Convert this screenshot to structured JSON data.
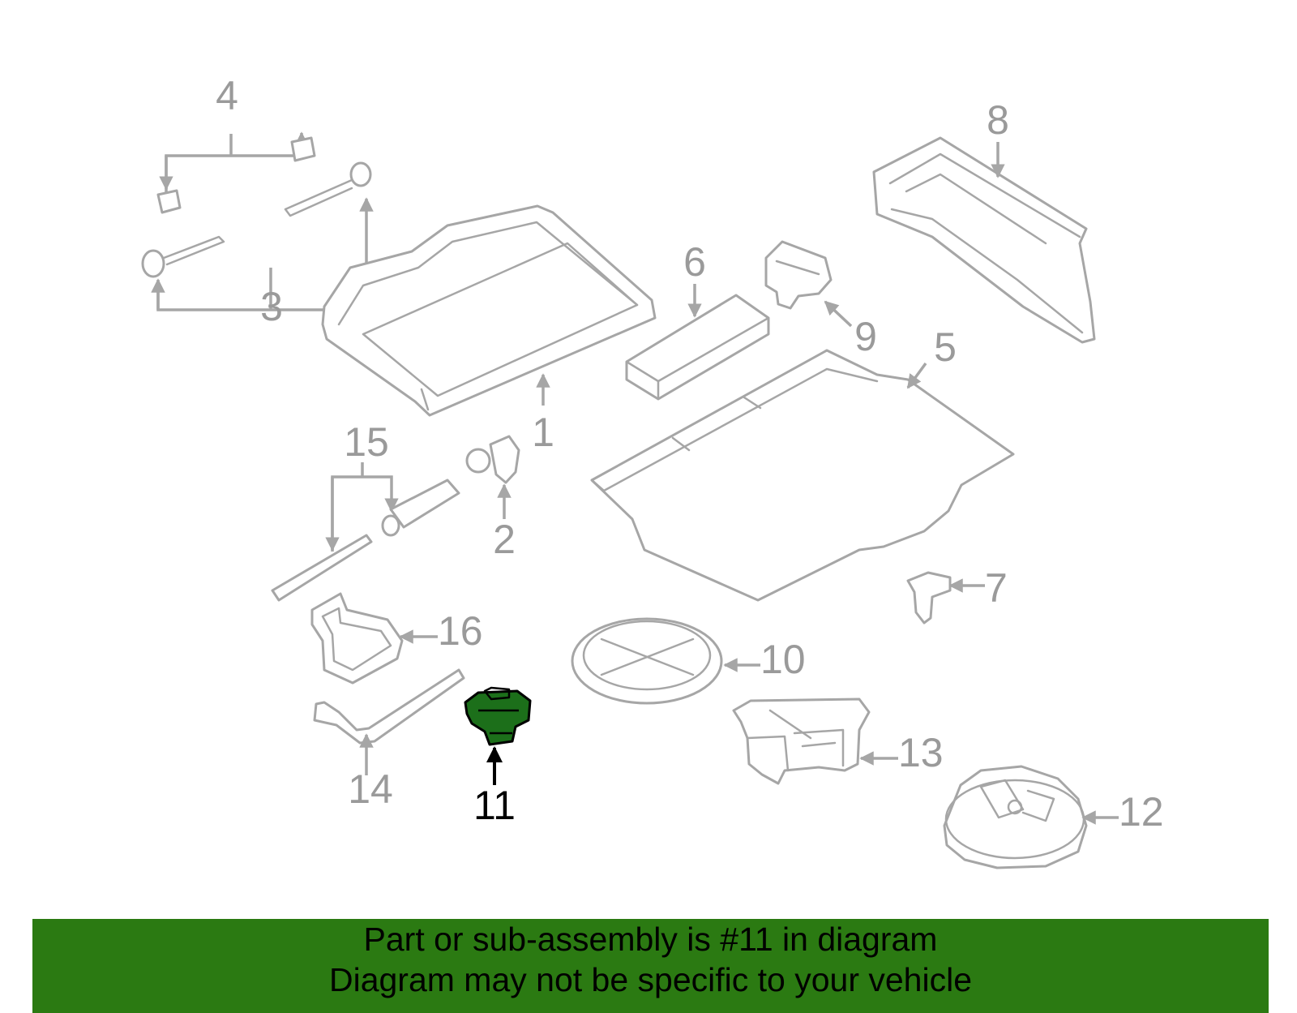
{
  "diagram": {
    "highlighted_part": "11",
    "highlight_color": "#1c6f1a",
    "line_color": "#a6a6a6",
    "callouts": [
      "1",
      "2",
      "3",
      "4",
      "5",
      "6",
      "7",
      "8",
      "9",
      "10",
      "11",
      "12",
      "13",
      "14",
      "15",
      "16"
    ]
  },
  "banner": {
    "background": "#2b7a12",
    "line1": "Part or sub-assembly is #11 in diagram",
    "line2": "Diagram may not be specific to your vehicle"
  }
}
